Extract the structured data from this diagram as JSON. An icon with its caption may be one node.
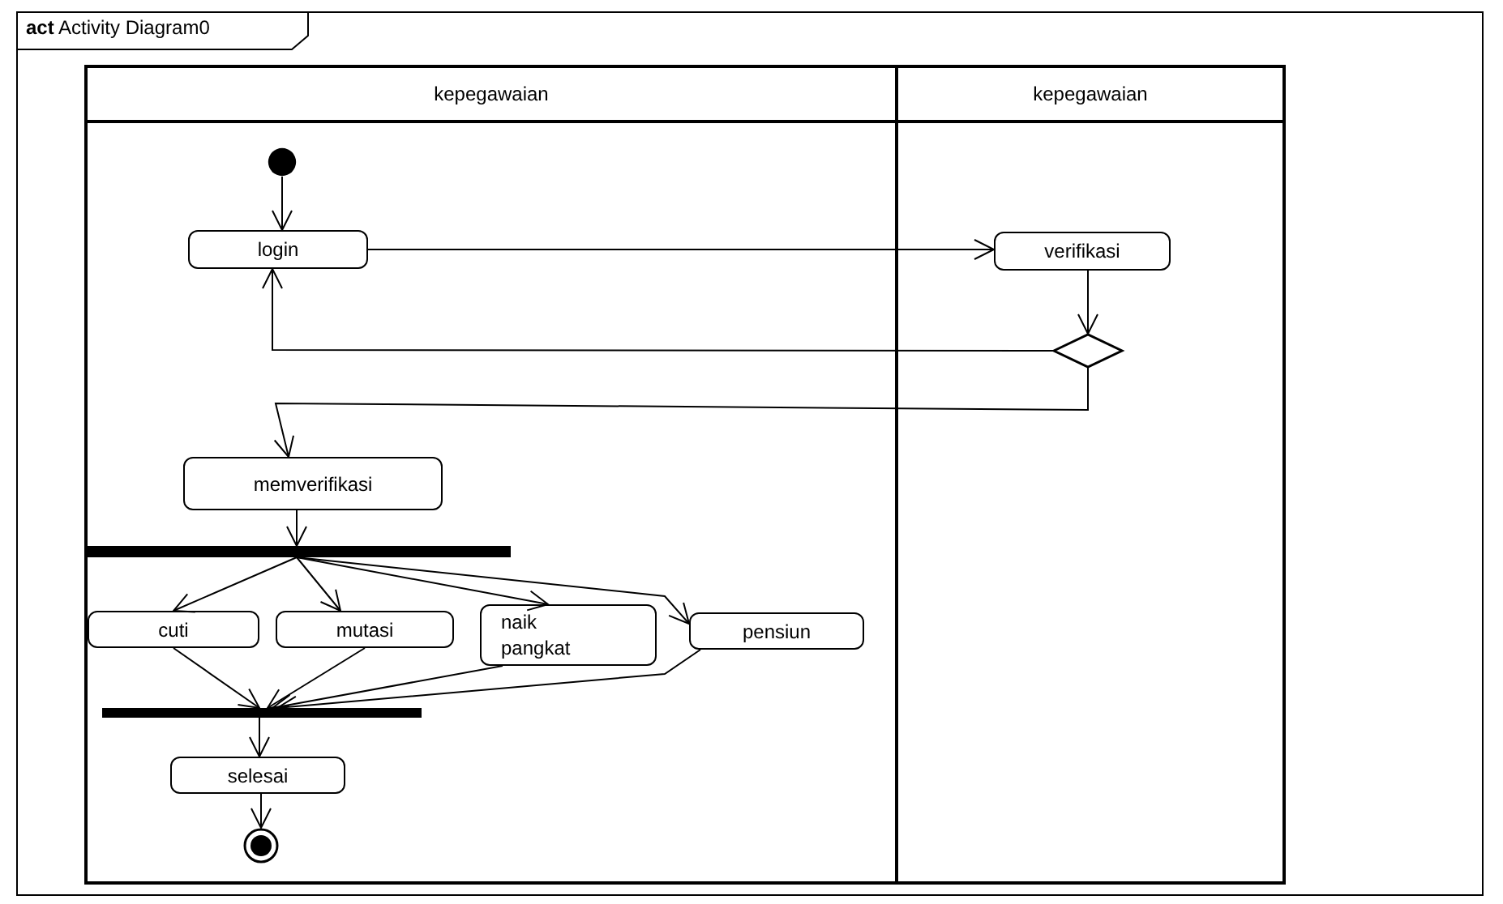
{
  "diagram": {
    "title": "**act** Activity Diagram0",
    "nodes": [
      {
        "text": [
          "kepegawaian"
        ]
      },
      {
        "text": [
          "kepegawaian"
        ]
      },
      {
        "text": [],
        "shape": "circle",
        "in": 0
      },
      {
        "text": [
          "login"
        ],
        "in": 0
      },
      {
        "text": [
          "verifikasi"
        ],
        "in": 1
      },
      {
        "text": [],
        "shape": "diamond",
        "in": 1
      },
      {
        "text": [
          "memverifikasi"
        ],
        "in": 0
      },
      {
        "text": [],
        "shape": "bar",
        "in": 0
      },
      {
        "text": [
          "cuti"
        ],
        "in": 0
      },
      {
        "text": [
          "mutasi"
        ],
        "in": 0
      },
      {
        "text": [
          "naik pangkat"
        ],
        "in": 0
      },
      {
        "text": [
          "pensiun"
        ],
        "in": 0
      },
      {
        "text": [],
        "shape": "bar",
        "in": 0
      },
      {
        "text": [
          "selesai"
        ],
        "in": 0
      },
      {
        "text": [],
        "shape": "circle",
        "in": 0
      }
    ],
    "edges": [
      {
        "from": 2,
        "to": 3,
        "arrow": "to"
      },
      {
        "from": 3,
        "to": 4,
        "arrow": "to"
      },
      {
        "from": 4,
        "to": 5,
        "arrow": "to"
      },
      {
        "from": 5,
        "to": 3,
        "arrow": "to"
      },
      {
        "from": 5,
        "to": 6,
        "arrow": "to"
      },
      {
        "from": 6,
        "to": 7,
        "arrow": "to"
      },
      {
        "from": 7,
        "to": 8,
        "arrow": "to"
      },
      {
        "from": 7,
        "to": 9,
        "arrow": "to"
      },
      {
        "from": 7,
        "to": 10,
        "arrow": "to"
      },
      {
        "from": 7,
        "to": 11,
        "arrow": "to"
      },
      {
        "from": 8,
        "to": 12,
        "arrow": "to"
      },
      {
        "from": 9,
        "to": 12,
        "arrow": "to"
      },
      {
        "from": 10,
        "to": 12,
        "arrow": "to"
      },
      {
        "from": 11,
        "to": 12,
        "arrow": "to"
      },
      {
        "from": 12,
        "to": 13,
        "arrow": "to"
      },
      {
        "from": 13,
        "to": 14,
        "arrow": "to"
      }
    ]
  }
}
